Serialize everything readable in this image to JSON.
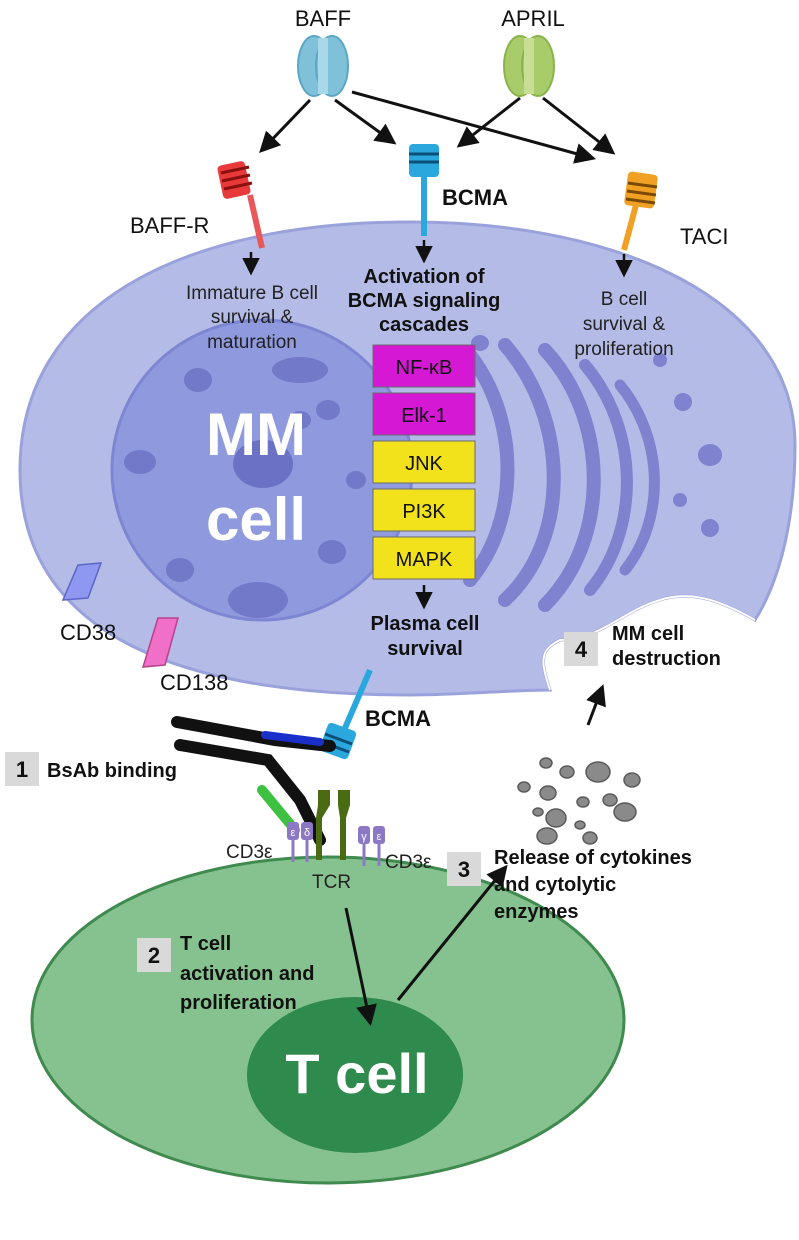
{
  "ligands": {
    "baff": "BAFF",
    "april": "APRIL"
  },
  "receptors": {
    "baff_r": "BAFF-R",
    "bcma": "BCMA",
    "taci": "TACI",
    "bcma_bottom": "BCMA"
  },
  "baffr_effect": [
    "Immature B cell",
    "survival &",
    "maturation"
  ],
  "bcma_effect": [
    "Activation of",
    "BCMA signaling",
    "cascades"
  ],
  "taci_effect": [
    "B cell",
    "survival &",
    "proliferation"
  ],
  "mm_cell": [
    "MM",
    "cell"
  ],
  "signaling": [
    {
      "label": "NF-κB",
      "color": "#d418d4"
    },
    {
      "label": "Elk-1",
      "color": "#d418d4"
    },
    {
      "label": "JNK",
      "color": "#f2e21b"
    },
    {
      "label": "PI3K",
      "color": "#f2e21b"
    },
    {
      "label": "MAPK",
      "color": "#f2e21b"
    }
  ],
  "plasma_survival": [
    "Plasma cell",
    "survival"
  ],
  "markers": {
    "cd38": "CD38",
    "cd138": "CD138"
  },
  "steps": [
    {
      "num": "1",
      "lines": [
        "BsAb binding"
      ]
    },
    {
      "num": "2",
      "lines": [
        "T cell",
        "activation and",
        "proliferation"
      ]
    },
    {
      "num": "3",
      "lines": [
        "Release of cytokines",
        "and cytolytic",
        "enzymes"
      ]
    },
    {
      "num": "4",
      "lines": [
        "MM cell",
        "destruction"
      ]
    }
  ],
  "tcr_labels": {
    "cd3_left": "CD3ε",
    "cd3_right": "CD3ε",
    "tcr": "TCR",
    "eps": "ε",
    "delta": "δ",
    "gamma": "γ"
  },
  "t_cell": "T cell",
  "colors": {
    "mm_cell": "#b3b9e6",
    "nucleus": "#8e98dc",
    "organelle": "#7e82cf",
    "t_cell_outer": "#86c28f",
    "t_cell_inner": "#2f8a4e",
    "baff": "#7fc1d9",
    "april": "#a9cc6a",
    "baff_r": "#e83a3a",
    "bcma": "#2aa8dd",
    "taci": "#f0a023"
  }
}
